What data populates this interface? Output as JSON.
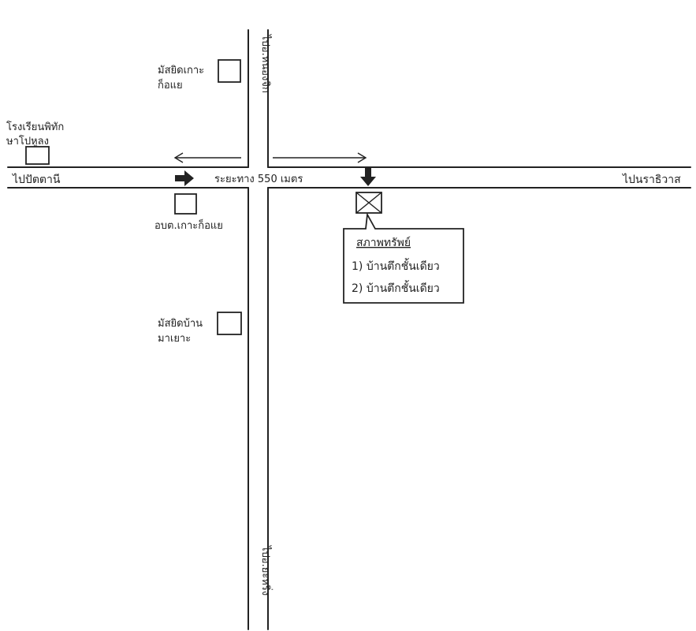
{
  "roads": {
    "west_label": "ไปปัตตานี",
    "east_label": "ไปนราธิวาส",
    "north_label": "ไปอ.หนองจิก",
    "south_label": "ไปอ.ยะหริ่ง",
    "distance_label": "ระยะทาง 550 เมตร"
  },
  "landmarks": {
    "mosque_north": "มัสยิดเกาะ\nก็อแย",
    "school": "โรงเรียนพิทัก\nษาโปหูลง",
    "subdistrict_office": "อบต.เกาะก็อแย",
    "mosque_south": "มัสยิดบ้าน\nมาเยาะ"
  },
  "callout": {
    "title": "สภาพทรัพย์",
    "items": [
      "1) บ้านตึกชั้นเดียว",
      "2) บ้านตึกชั้นเดียว"
    ]
  },
  "colors": {
    "ink": "#222222",
    "paper": "#ffffff"
  }
}
